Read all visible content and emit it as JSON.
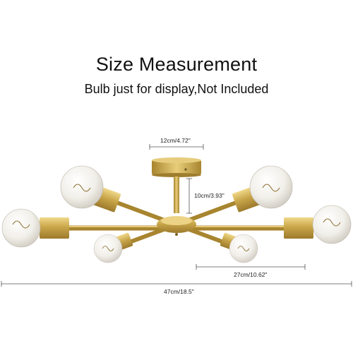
{
  "header": {
    "title": "Size Measurement",
    "subtitle": "Bulb just for display,Not Included"
  },
  "dimensions": {
    "canopy": "12cm/4.72\"",
    "stem": "10cm/3.93\"",
    "arm": "27cm/10.62\"",
    "overall": "47cm/18.5\""
  },
  "colors": {
    "brass": "#c9a64a",
    "dimension_line": "#555555"
  }
}
